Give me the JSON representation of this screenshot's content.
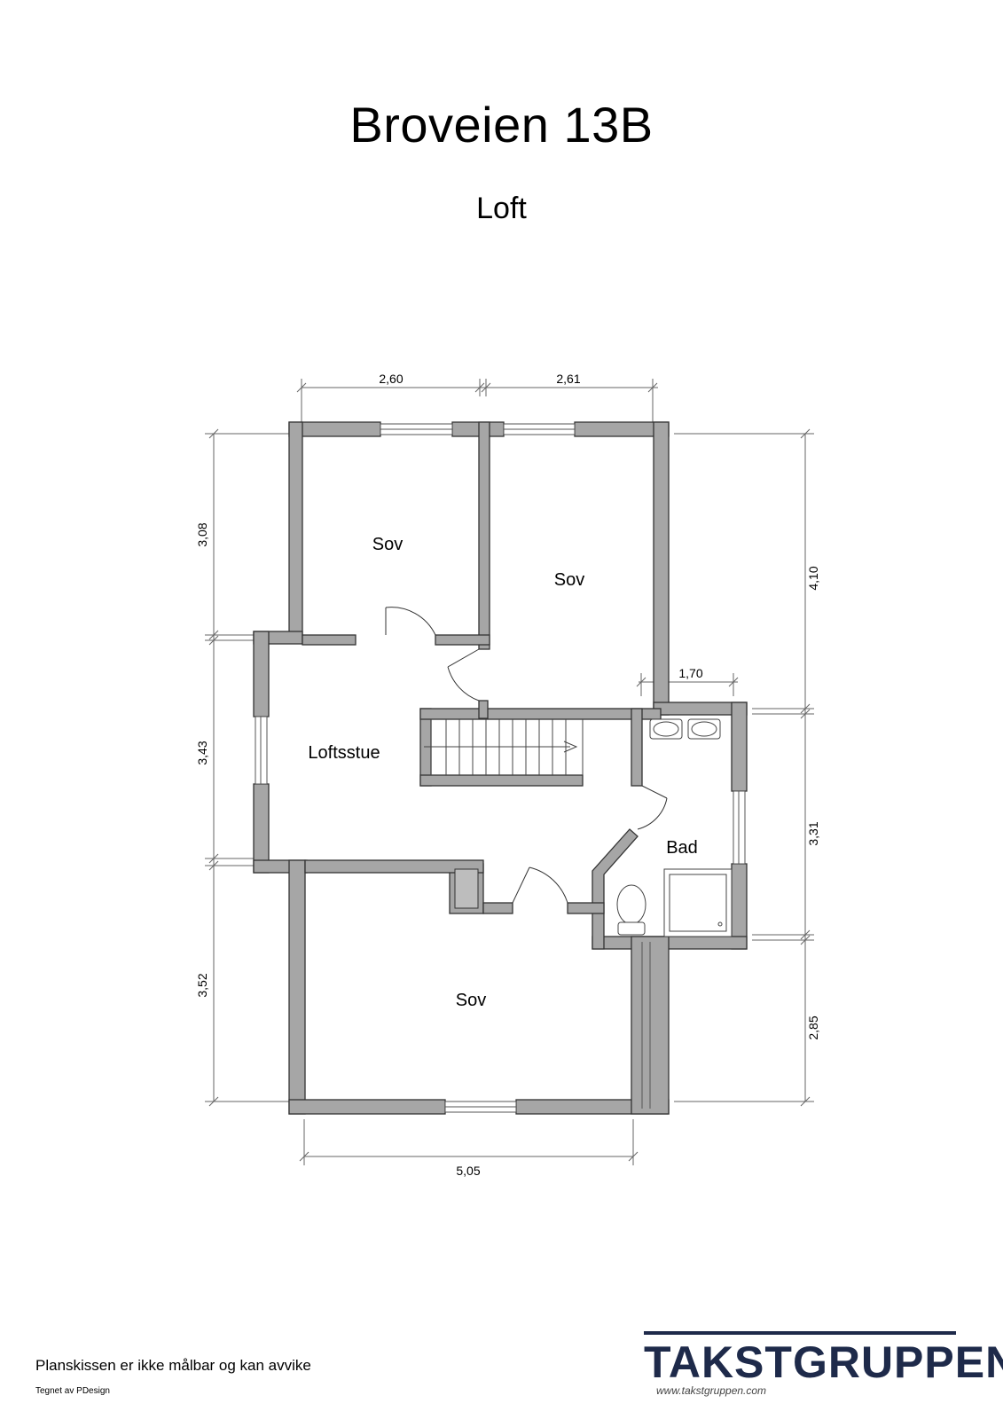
{
  "header": {
    "title": "Broveien 13B",
    "subtitle": "Loft"
  },
  "rooms": {
    "sov_top_left": "Sov",
    "sov_top_right": "Sov",
    "loftsstue": "Loftsstue",
    "bad": "Bad",
    "sov_bottom": "Sov"
  },
  "dimensions": {
    "top_left": "2,60",
    "top_right": "2,61",
    "bad_width": "1,70",
    "left_top": "3,08",
    "left_middle": "3,43",
    "left_bottom": "3,52",
    "right_top": "4,10",
    "right_middle": "3,31",
    "right_bottom": "2,85",
    "bottom": "5,05"
  },
  "footer": {
    "note": "Planskissen er ikke målbar og kan avvike",
    "credit": "Tegnet av PDesign"
  },
  "logo": {
    "name": "TAKSTGRUPPEN",
    "url": "www.takstgruppen.com",
    "color": "#1e2a4a"
  },
  "colors": {
    "wall": "#a6a6a6",
    "line": "#333333"
  }
}
